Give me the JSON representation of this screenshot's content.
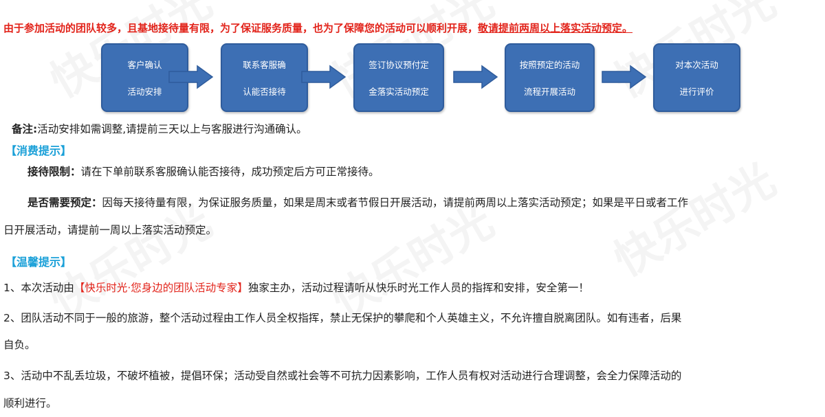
{
  "notice": {
    "text": "由于参加活动的团队较多，且基地接待量有限，为了保证服务质量，也为了保障您的活动可以顺利开展，",
    "underlined": "敬请提前两周以上落实活动预定。"
  },
  "flow": {
    "steps": [
      {
        "line1": "客户确认",
        "line2": "活动安排"
      },
      {
        "line1": "联系客服确",
        "line2": "认能否接待"
      },
      {
        "line1": "签订协议预付定",
        "line2": "金落实活动预定"
      },
      {
        "line1": "按照预定的活动",
        "line2": "流程开展活动"
      },
      {
        "line1": "对本次活动",
        "line2": "进行评价"
      }
    ]
  },
  "remark": {
    "label": "备注:",
    "text": "活动安排如需调整,请提前三天以上与客服进行沟通确认。"
  },
  "consume": {
    "title": "【消费提示】",
    "limit_label": "接待限制：",
    "limit_text": "请在下单前联系客服确认能否接待，成功预定后方可正常接待。",
    "booking_label": "是否需要预定：",
    "booking_text1": "因每天接待量有限，为保证服务质量，如果是周末或者节假日开展活动，请提前两周以上落实活动预定；如果是平日或者工作",
    "booking_text2": "日开展活动，请提前一周以上落实活动预定。"
  },
  "warm": {
    "title": "【温馨提示】",
    "item1_pre": "1、本次活动由",
    "item1_brand": "【快乐时光·您身边的团队活动专家】",
    "item1_post": "独家主办，活动过程请听从快乐时光工作人员的指挥和安排，安全第一！",
    "item2_a": "2、团队活动不同于一般的旅游，整个活动过程由工作人员全权指挥，禁止无保护的攀爬和个人英雄主义，不允许擅自脱离团队。如有违者，后果",
    "item2_b": "自负。",
    "item3_a": "3、活动中不乱丢垃圾，不破坏植被，提倡环保；活动受自然或社会等不可抗力因素影响，工作人员有权对活动进行合理调整，会全力保障活动的",
    "item3_b": "顺利进行。"
  },
  "watermark": "快乐时光",
  "colors": {
    "red": "#e2231a",
    "section": "#1aa0d8",
    "box": "#3d6fb4",
    "arrow": "#3d6fb4"
  }
}
